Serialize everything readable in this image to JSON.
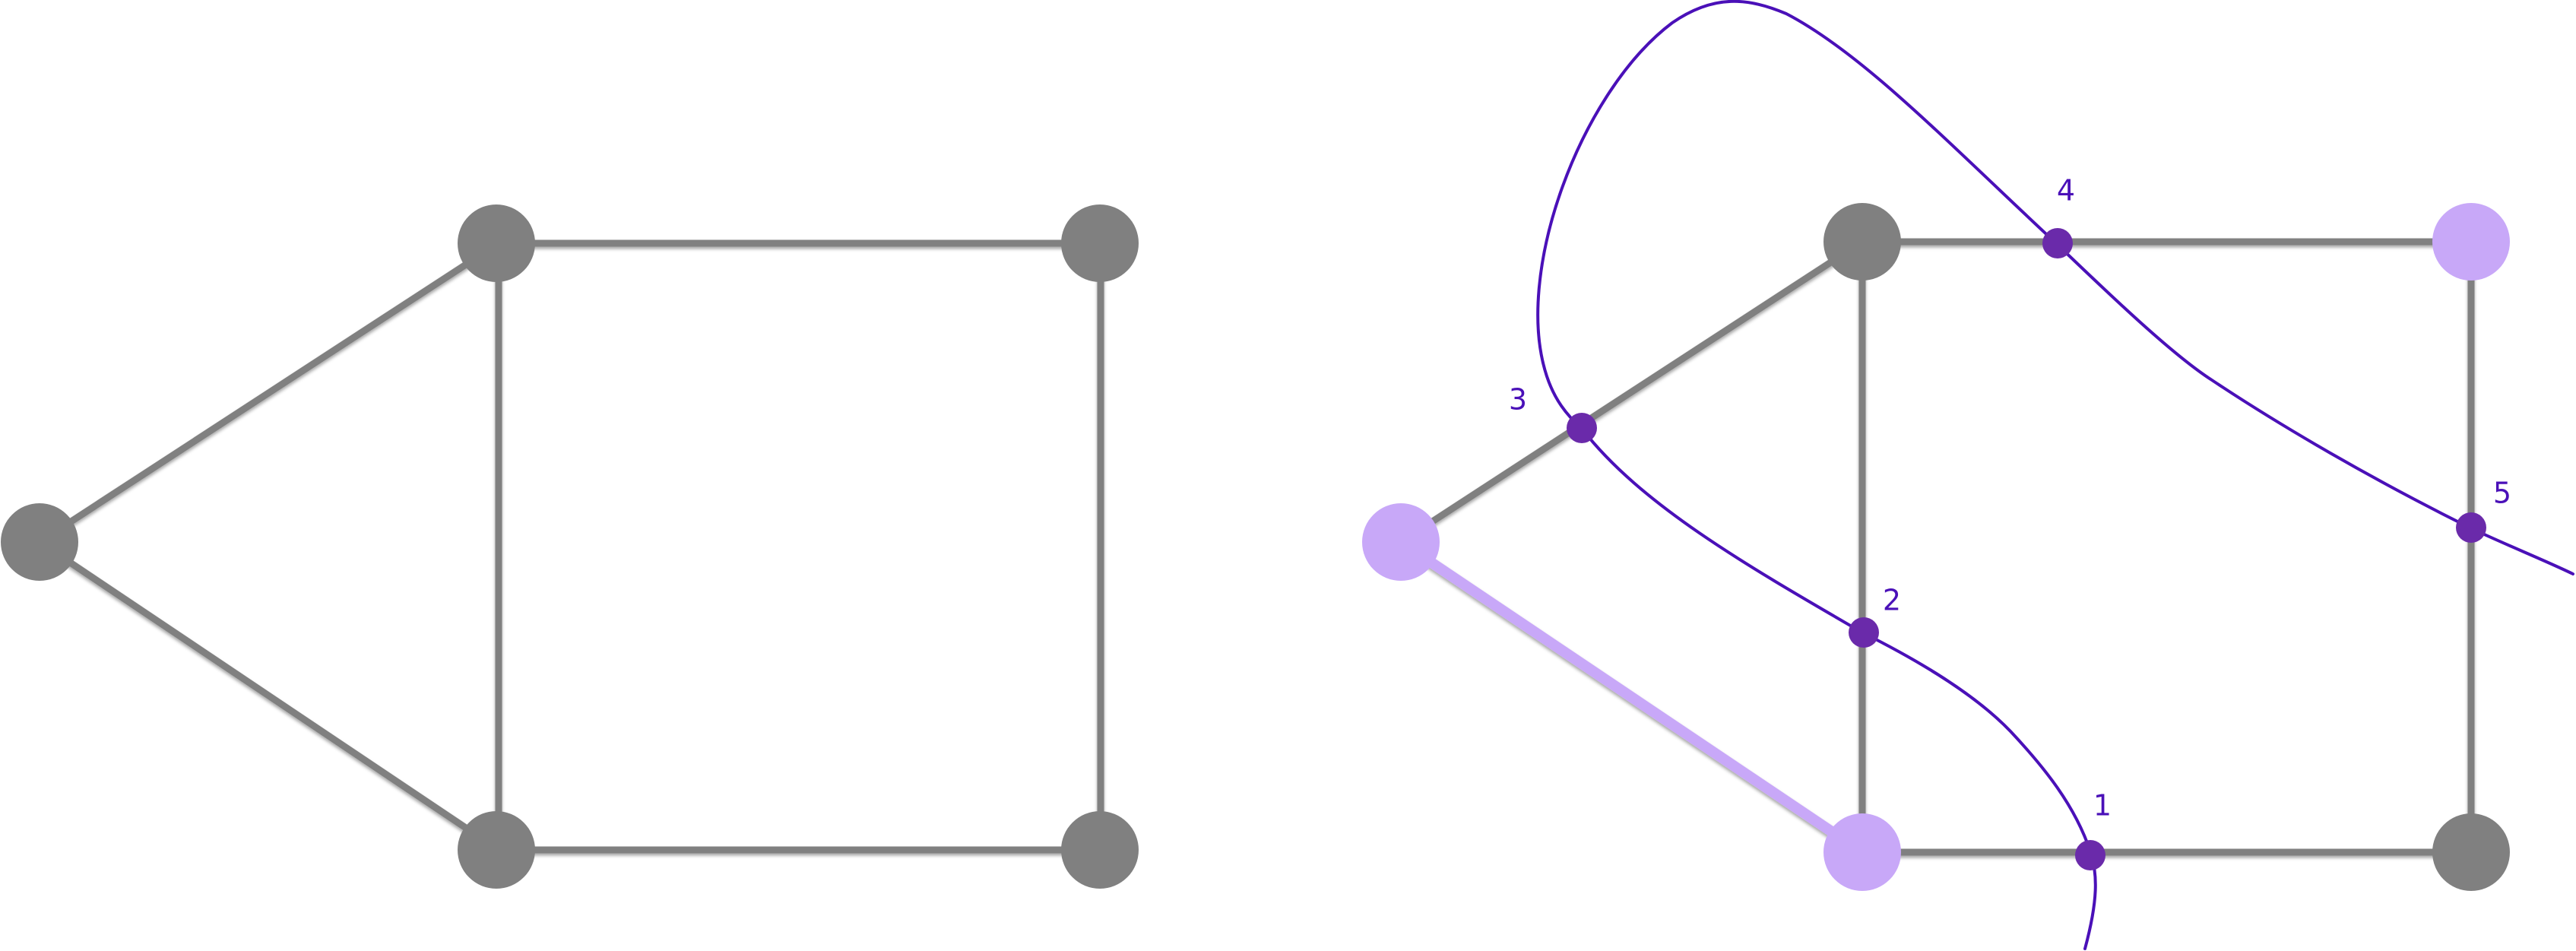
{
  "colors": {
    "edge": "#808080",
    "node": "#808080",
    "highlight": "#c8a8f8",
    "curve": "#4a10b8",
    "crossing": "#6a2aaa",
    "label": "#4a10b8"
  },
  "left_graph": {
    "nodes": [
      "left-node",
      "top-left-node",
      "top-right-node",
      "bottom-left-node",
      "bottom-right-node"
    ],
    "edges": [
      [
        "left-node",
        "top-left-node"
      ],
      [
        "left-node",
        "bottom-left-node"
      ],
      [
        "top-left-node",
        "top-right-node"
      ],
      [
        "top-left-node",
        "bottom-left-node"
      ],
      [
        "top-right-node",
        "bottom-right-node"
      ],
      [
        "bottom-left-node",
        "bottom-right-node"
      ]
    ]
  },
  "right_graph": {
    "highlighted_nodes": [
      "left-node",
      "bottom-left-node",
      "top-right-node"
    ],
    "highlighted_edges": [
      [
        "left-node",
        "bottom-left-node"
      ]
    ],
    "crossing_labels": [
      "1",
      "2",
      "3",
      "4",
      "5"
    ]
  }
}
